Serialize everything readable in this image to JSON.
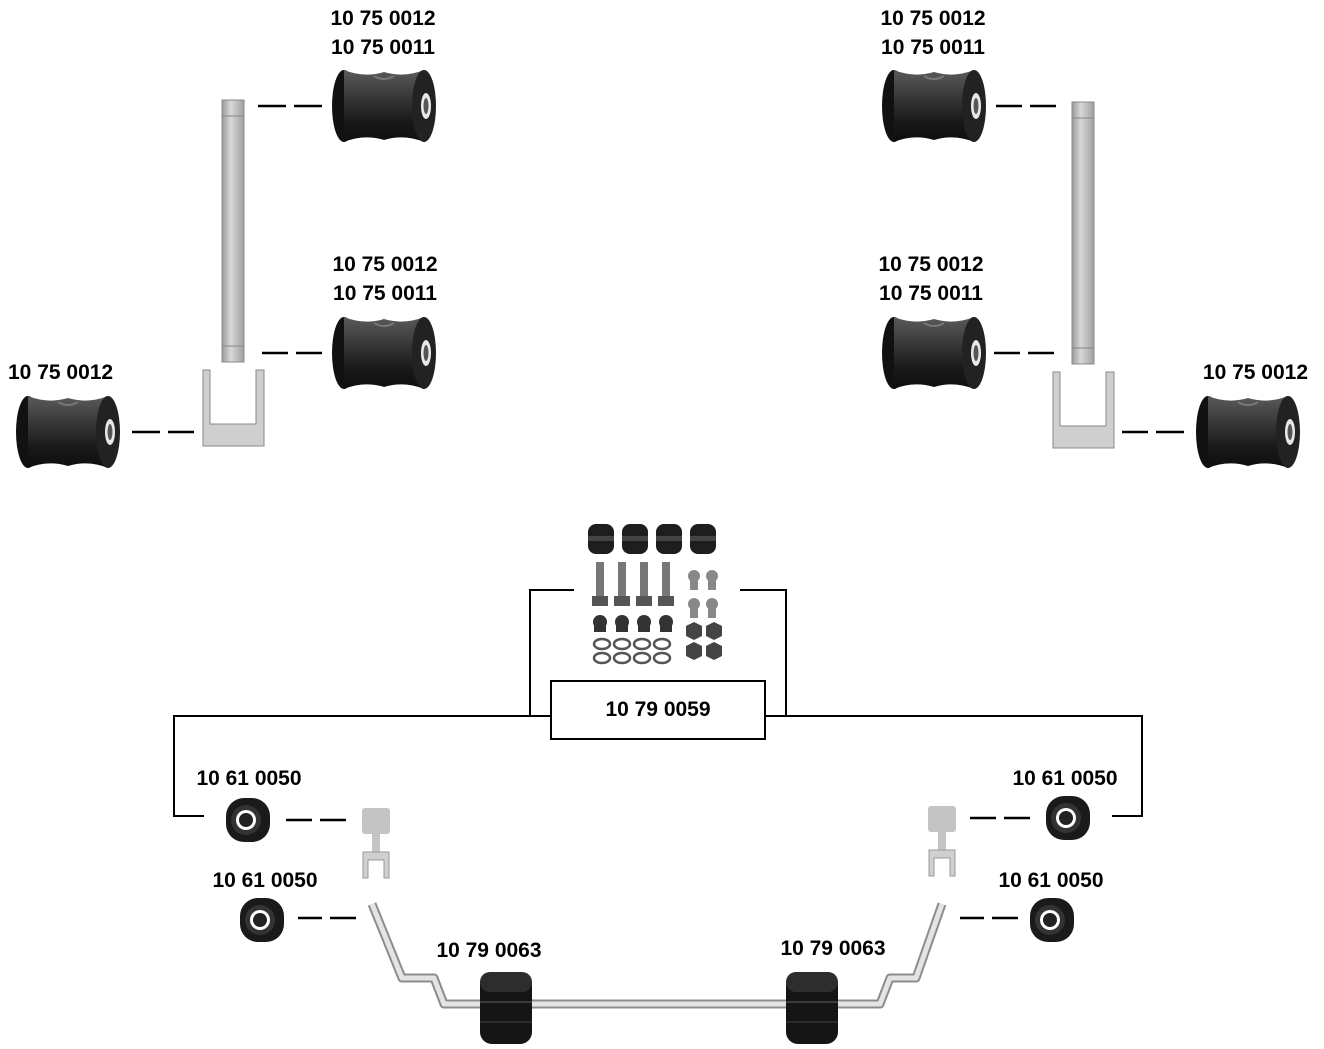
{
  "parts": {
    "top_left_upper": [
      "10 75 0012",
      "10 75 0011"
    ],
    "top_left_lower": [
      "10 75 0012",
      "10 75 0011"
    ],
    "far_left": "10 75 0012",
    "top_right_upper": [
      "10 75 0012",
      "10 75 0011"
    ],
    "top_right_lower": [
      "10 75 0012",
      "10 75 0011"
    ],
    "far_right": "10 75 0012",
    "kit": "10 79 0059",
    "link_left_upper": "10 61 0050",
    "link_left_lower": "10 61 0050",
    "link_right_upper": "10 61 0050",
    "link_right_lower": "10 61 0050",
    "stab_left": "10 79 0063",
    "stab_right": "10 79 0063"
  }
}
